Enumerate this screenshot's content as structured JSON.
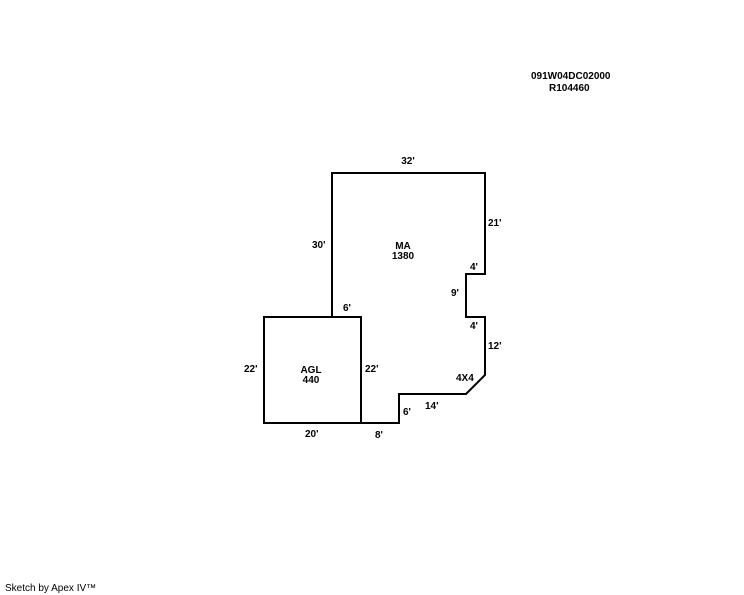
{
  "header": {
    "parcel_id": "091W04DC02000",
    "account": "R104460"
  },
  "areas": {
    "main": {
      "code": "MA",
      "sqft": "1380"
    },
    "garage": {
      "code": "AGL",
      "sqft": "440"
    }
  },
  "dimensions": {
    "ma_top": "32'",
    "ma_left": "30'",
    "ma_right_upper": "21'",
    "notch_top": "4'",
    "notch_side": "9'",
    "notch_bottom": "4'",
    "ma_right_lower": "12'",
    "corner_cut": "4X4",
    "ma_bottom_run": "14'",
    "ma_step": "6'",
    "ma_bottom_short": "8'",
    "connector": "6'",
    "agl_left": "22'",
    "agl_right": "22'",
    "agl_bottom": "20'"
  },
  "footer": {
    "credit": "Sketch by Apex IV™"
  }
}
